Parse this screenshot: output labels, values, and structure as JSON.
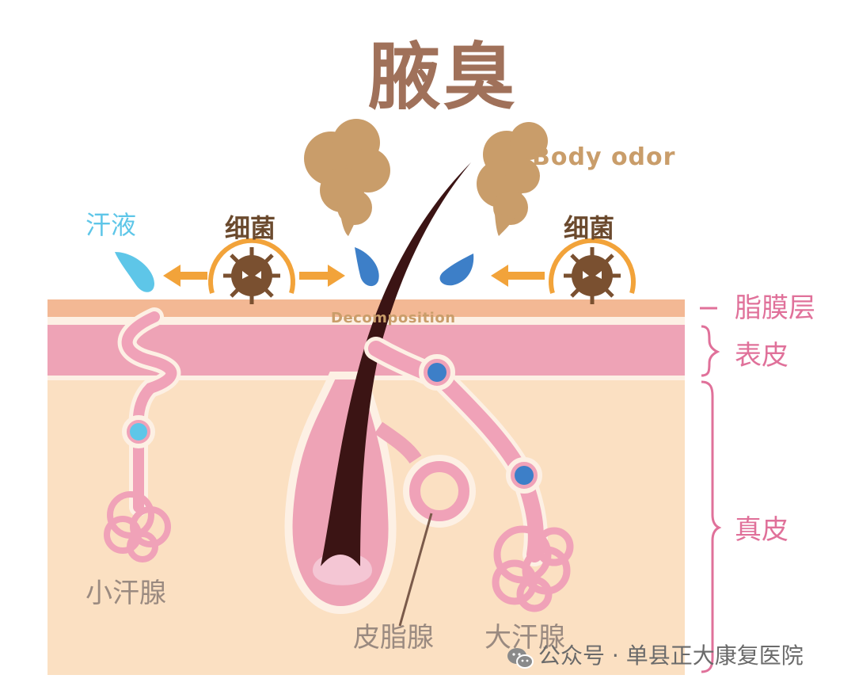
{
  "title": "腋臭",
  "odor_label_en": "Body odor",
  "sweat_label": "汗液",
  "bacteria_label_left": "细菌",
  "bacteria_label_right": "细菌",
  "decomposition_label": "Decomposition",
  "layers": {
    "lipid": "脂膜层",
    "epidermis": "表皮",
    "dermis": "真皮"
  },
  "glands": {
    "eccrine": "小汗腺",
    "sebaceous": "皮脂腺",
    "apocrine": "大汗腺"
  },
  "watermark": "公众号 · 单县正大康复医院",
  "colors": {
    "title": "#a0715a",
    "odor_cloud": "#c99d6a",
    "sweat": "#5ec6e8",
    "sweat_drop_dark": "#3d7fc8",
    "arrow": "#f2a33a",
    "bacteria": "#6b4a2e",
    "lipid_layer": "#f3b894",
    "epidermis_layer": "#eea3b6",
    "dermis_layer": "#fbe0c2",
    "gland_pink": "#f0a2b8",
    "hair": "#3b1414",
    "layer_label": "#e0719a",
    "gland_label": "#9a8a80"
  },
  "icons": [
    "odor-cloud-icon",
    "sweat-drop-icon",
    "bacteria-icon",
    "arrow-icon",
    "hair-icon",
    "wechat-icon"
  ]
}
